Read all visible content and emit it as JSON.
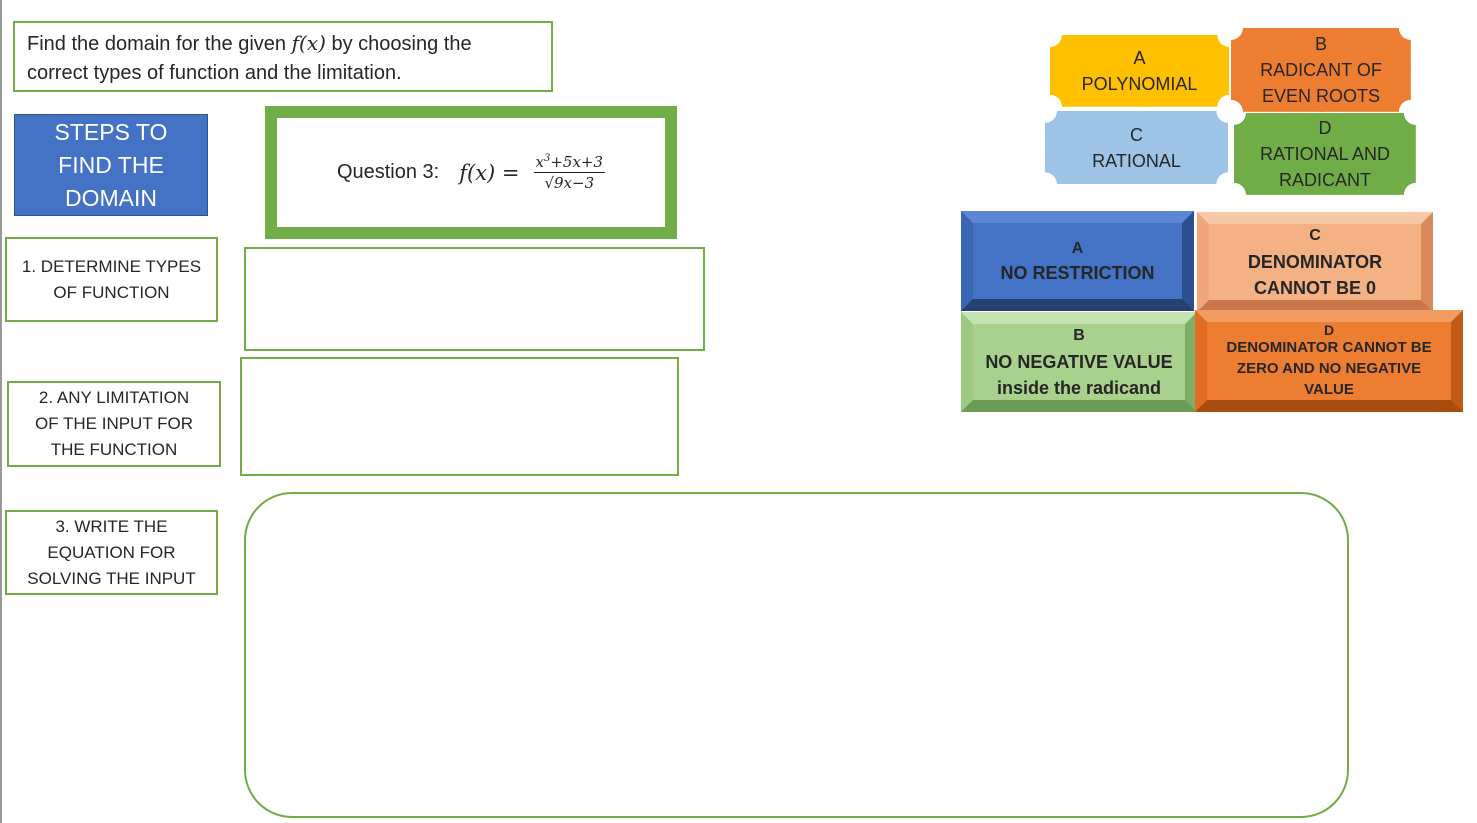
{
  "instruction": {
    "line1_before": "Find the domain for the given ",
    "fx": "f(x)",
    "line1_after": " by choosing the",
    "line2": "correct types of function and the limitation."
  },
  "steps_title": "STEPS TO FIND THE DOMAIN",
  "question": {
    "label": "Question 3:",
    "lhs": "f(x) =",
    "numerator_base": "x",
    "numerator_exp": "3",
    "numerator_rest": "+5x+3",
    "denominator": "√9x−3"
  },
  "steps": [
    {
      "text": "1.  DETERMINE TYPES OF FUNCTION"
    },
    {
      "text": "2.  ANY LIMITATION OF THE INPUT FOR THE FUNCTION"
    },
    {
      "text": "3.  WRITE THE EQUATION FOR SOLVING THE INPUT"
    }
  ],
  "function_types": [
    {
      "letter": "A",
      "label": "POLYNOMIAL",
      "color": "#ffc000"
    },
    {
      "letter": "B",
      "label": "RADICANT OF EVEN ROOTS",
      "color": "#ed7d31"
    },
    {
      "letter": "C",
      "label": "RATIONAL",
      "color": "#9dc3e6"
    },
    {
      "letter": "D",
      "label": "RATIONAL AND RADICANT",
      "color": "#70ad47"
    }
  ],
  "limitations": [
    {
      "letter": "A",
      "label": "NO RESTRICTION",
      "color": "#4472c4"
    },
    {
      "letter": "B",
      "label": "NO NEGATIVE VALUE inside the radicand",
      "color": "#a9d18e"
    },
    {
      "letter": "C",
      "label": "DENOMINATOR CANNOT BE 0",
      "color": "#f4b183"
    },
    {
      "letter": "D",
      "label": "DENOMINATOR CANNOT BE ZERO AND NO NEGATIVE VALUE",
      "color": "#ed7d31"
    }
  ]
}
